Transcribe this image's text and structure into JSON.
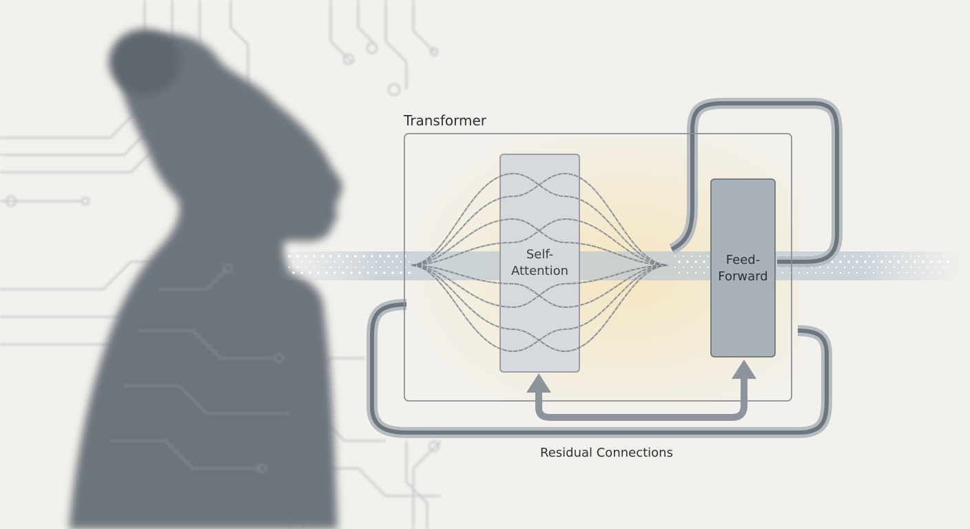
{
  "diagram": {
    "title": "Transformer",
    "blocks": {
      "self_attention": [
        "Self-",
        "Attention"
      ],
      "feed_forward": [
        "Feed-",
        "Forward"
      ]
    },
    "residual_label": "Residual Connections"
  },
  "colors": {
    "background": "#f2f1ec",
    "silhouette": "#6d747c",
    "circuit": "#c9ccd0",
    "frame": "#8b9097",
    "attention_block": "#d5d9de",
    "feedforward_block": "#a9b1b9",
    "glow": "#f5e6c4",
    "arrow": "#8e949b"
  }
}
